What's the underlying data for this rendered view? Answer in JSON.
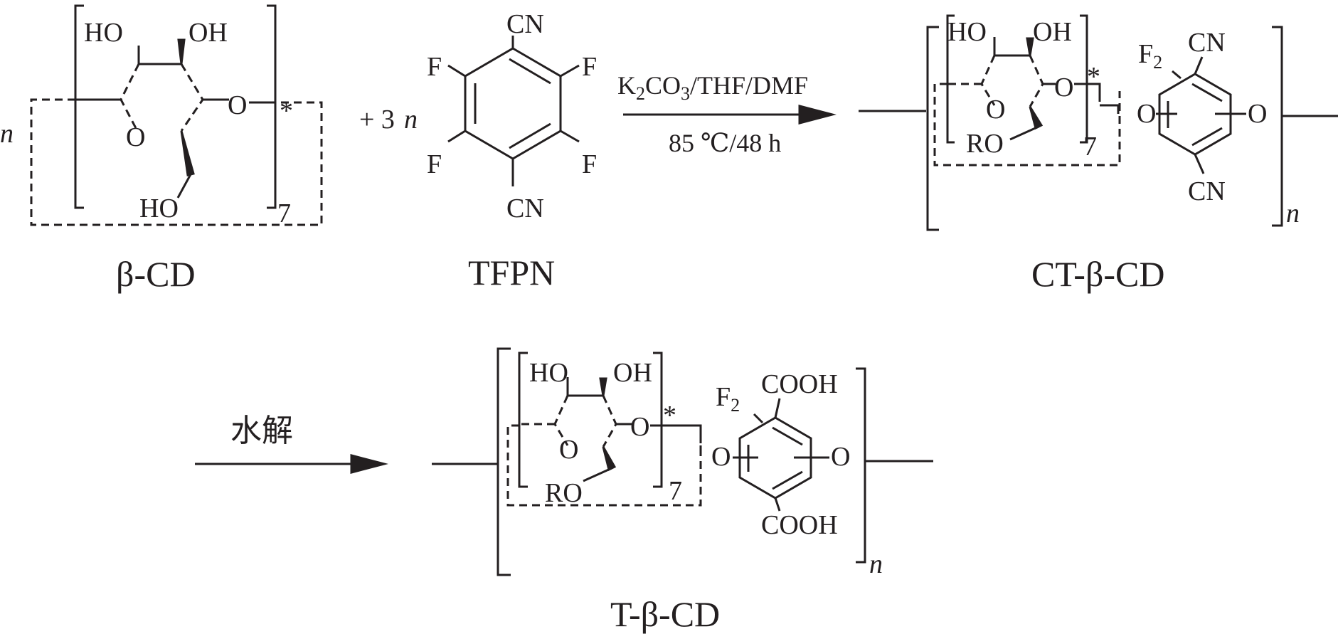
{
  "labels": {
    "oh": "OH",
    "ho": "HO",
    "o": "O",
    "ro": "RO",
    "star": "*",
    "seven": "7",
    "n": "n",
    "cn": "CN",
    "cooh": "COOH",
    "f": "F",
    "f2_base": "F",
    "f2_sub": "2"
  },
  "reactant_coeff": {
    "plus": "+ 3",
    "n": "n"
  },
  "compounds": [
    {
      "name": "β-CD"
    },
    {
      "name": "TFPN"
    },
    {
      "name": "CT-β-CD"
    },
    {
      "name": "T-β-CD"
    }
  ],
  "conditions": {
    "reagent_k": "K",
    "reagent_k_sub": "2",
    "reagent_co": "CO",
    "reagent_co_sub": "3",
    "reagent_rest": "/THF/DMF",
    "temperature_time": "85 ℃/48 h",
    "step2": "水解"
  }
}
